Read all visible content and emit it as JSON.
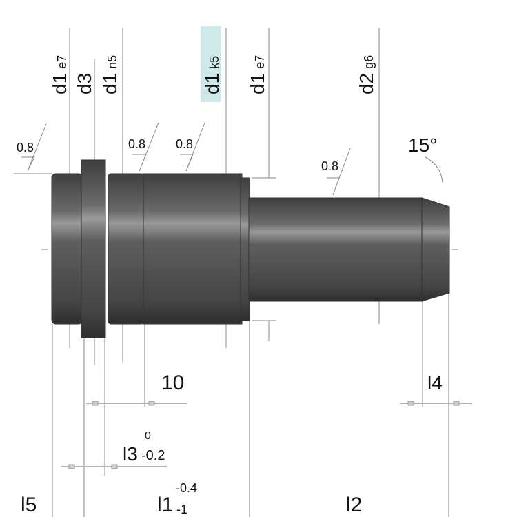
{
  "diagram": {
    "title": "Stepped shaft drawing",
    "diameters": [
      {
        "symbol": "d1",
        "tolerance": "e7",
        "highlighted": false
      },
      {
        "symbol": "d3",
        "tolerance": "",
        "highlighted": false
      },
      {
        "symbol": "d1",
        "tolerance": "n5",
        "highlighted": false
      },
      {
        "symbol": "d1",
        "tolerance": "k5",
        "highlighted": true
      },
      {
        "symbol": "d1",
        "tolerance": "e7",
        "highlighted": false
      },
      {
        "symbol": "d2",
        "tolerance": "g6",
        "highlighted": false
      }
    ],
    "roughness": [
      "0.8",
      "0.8",
      "0.8",
      "0.8"
    ],
    "angle": "15°",
    "lengths": {
      "ten": "10",
      "l3": "l3",
      "l3_upper": "0",
      "l3_lower": "-0.2",
      "l5": "l5",
      "l1": "l1",
      "l1_upper": "-0.4",
      "l1_lower": "-1",
      "l2": "l2",
      "l4": "l4"
    },
    "colors": {
      "highlight": "#cfe9ea",
      "body": "#5a5a5a"
    }
  }
}
